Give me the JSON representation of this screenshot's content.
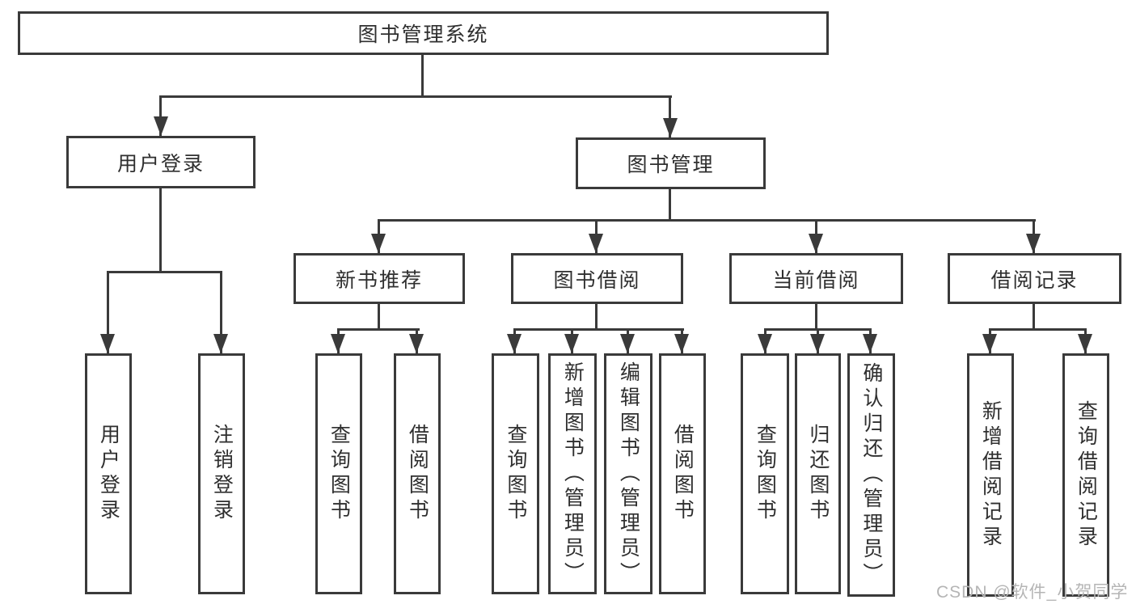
{
  "root": "图书管理系统",
  "level2": [
    "用户登录",
    "图书管理"
  ],
  "level3": [
    "新书推荐",
    "图书借阅",
    "当前借阅",
    "借阅记录"
  ],
  "leaves": {
    "login": [
      "用户登录",
      "注销登录"
    ],
    "recommend": [
      "查询图书",
      "借阅图书"
    ],
    "borrow": [
      "查询图书",
      "新增图书（管理员）",
      "编辑图书（管理员）",
      "借阅图书"
    ],
    "current": [
      "查询图书",
      "归还图书",
      "确认归还（管理员）"
    ],
    "records": [
      "新增借阅记录",
      "查询借阅记录"
    ]
  },
  "watermark": "CSDN @软件_小贺同学",
  "colors": {
    "line": "#3a3a3a",
    "text": "#2f2f2f",
    "background": "#ffffff",
    "watermark": "#b5b5b5"
  }
}
